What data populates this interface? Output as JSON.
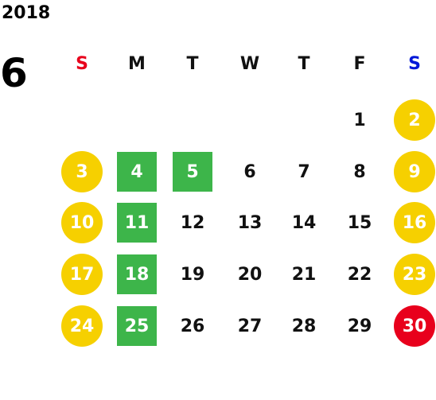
{
  "header": {
    "year": "2018",
    "month": "6"
  },
  "colors": {
    "sunday_label": "#e8001c",
    "saturday_label": "#0018d8",
    "weekend_circle": "#f6d000",
    "holiday_circle": "#e8001c",
    "highlight_square": "#3db54a",
    "text": "#111111",
    "on_mark_text": "#ffffff"
  },
  "weekdays": [
    {
      "label": "S",
      "color_key": "sunday_label"
    },
    {
      "label": "M",
      "color_key": "text"
    },
    {
      "label": "T",
      "color_key": "text"
    },
    {
      "label": "W",
      "color_key": "text"
    },
    {
      "label": "T",
      "color_key": "text"
    },
    {
      "label": "F",
      "color_key": "text"
    },
    {
      "label": "S",
      "color_key": "saturday_label"
    }
  ],
  "weeks": [
    [
      null,
      null,
      null,
      null,
      null,
      {
        "day": "1",
        "mark": "none"
      },
      {
        "day": "2",
        "mark": "weekend"
      }
    ],
    [
      {
        "day": "3",
        "mark": "weekend"
      },
      {
        "day": "4",
        "mark": "highlight"
      },
      {
        "day": "5",
        "mark": "highlight"
      },
      {
        "day": "6",
        "mark": "none"
      },
      {
        "day": "7",
        "mark": "none"
      },
      {
        "day": "8",
        "mark": "none"
      },
      {
        "day": "9",
        "mark": "weekend"
      }
    ],
    [
      {
        "day": "10",
        "mark": "weekend"
      },
      {
        "day": "11",
        "mark": "highlight"
      },
      {
        "day": "12",
        "mark": "none"
      },
      {
        "day": "13",
        "mark": "none"
      },
      {
        "day": "14",
        "mark": "none"
      },
      {
        "day": "15",
        "mark": "none"
      },
      {
        "day": "16",
        "mark": "weekend"
      }
    ],
    [
      {
        "day": "17",
        "mark": "weekend"
      },
      {
        "day": "18",
        "mark": "highlight"
      },
      {
        "day": "19",
        "mark": "none"
      },
      {
        "day": "20",
        "mark": "none"
      },
      {
        "day": "21",
        "mark": "none"
      },
      {
        "day": "22",
        "mark": "none"
      },
      {
        "day": "23",
        "mark": "weekend"
      }
    ],
    [
      {
        "day": "24",
        "mark": "weekend"
      },
      {
        "day": "25",
        "mark": "highlight"
      },
      {
        "day": "26",
        "mark": "none"
      },
      {
        "day": "27",
        "mark": "none"
      },
      {
        "day": "28",
        "mark": "none"
      },
      {
        "day": "29",
        "mark": "none"
      },
      {
        "day": "30",
        "mark": "holiday"
      }
    ]
  ]
}
